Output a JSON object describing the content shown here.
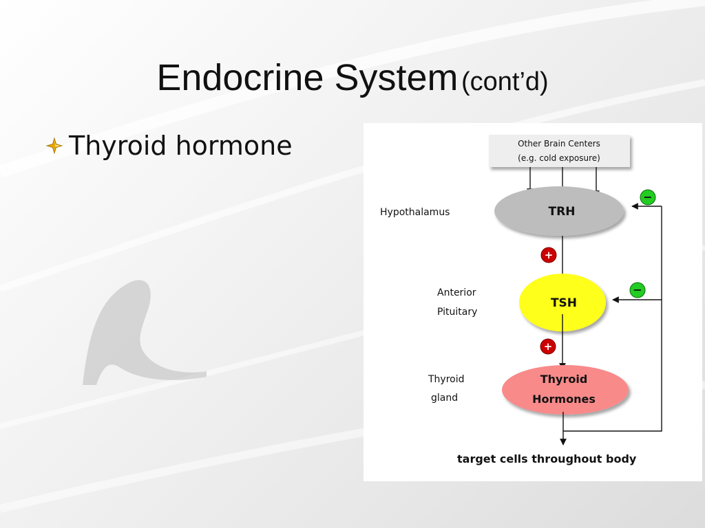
{
  "slide": {
    "title_main": "Endocrine System",
    "title_sub": "(cont’d)",
    "bullets": [
      "Thyroid hormone"
    ]
  },
  "diagram": {
    "source_box": {
      "line1": "Other Brain Centers",
      "line2": "(e.g. cold exposure)"
    },
    "levels": [
      {
        "organ_line1": "Hypothalamus",
        "organ_line2": "",
        "hormone_line1": "TRH",
        "hormone_line2": "",
        "fill": "#bdbdbd"
      },
      {
        "organ_line1": "Anterior",
        "organ_line2": "Pituitary",
        "hormone_line1": "TSH",
        "hormone_line2": "",
        "fill": "#ffff1a"
      },
      {
        "organ_line1": "Thyroid",
        "organ_line2": "gland",
        "hormone_line1": "Thyroid",
        "hormone_line2": "Hormones",
        "fill": "#f88a8a"
      }
    ],
    "stimulation_sign": "+",
    "inhibition_sign": "−",
    "target_label": "target cells throughout body",
    "colors": {
      "stimulation": "#cc0000",
      "inhibition": "#22cc22",
      "arrow": "#111111",
      "box_fill": "#eeeeee"
    }
  },
  "icons": {
    "bullet": "four-point-star-icon"
  }
}
